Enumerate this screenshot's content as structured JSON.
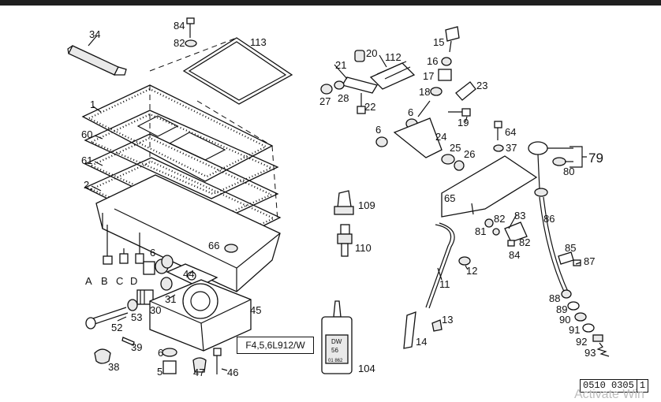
{
  "diagram": {
    "callouts": [
      {
        "id": "c34",
        "text": "34"
      },
      {
        "id": "c84a",
        "text": "84"
      },
      {
        "id": "c82a",
        "text": "82"
      },
      {
        "id": "c113",
        "text": "113"
      },
      {
        "id": "c1",
        "text": "1"
      },
      {
        "id": "c60",
        "text": "60"
      },
      {
        "id": "c61",
        "text": "61"
      },
      {
        "id": "c2",
        "text": "2"
      },
      {
        "id": "c66",
        "text": "66"
      },
      {
        "id": "c6a",
        "text": "6"
      },
      {
        "id": "c44",
        "text": "44"
      },
      {
        "id": "cA",
        "text": "A"
      },
      {
        "id": "cB",
        "text": "B"
      },
      {
        "id": "cC",
        "text": "C"
      },
      {
        "id": "cD",
        "text": "D"
      },
      {
        "id": "c31",
        "text": "31"
      },
      {
        "id": "c30",
        "text": "30"
      },
      {
        "id": "c45",
        "text": "45"
      },
      {
        "id": "c52",
        "text": "52"
      },
      {
        "id": "c53",
        "text": "53"
      },
      {
        "id": "c39",
        "text": "39"
      },
      {
        "id": "c38",
        "text": "38"
      },
      {
        "id": "c6b",
        "text": "6"
      },
      {
        "id": "c5",
        "text": "5"
      },
      {
        "id": "c47",
        "text": "47"
      },
      {
        "id": "c46",
        "text": "46"
      },
      {
        "id": "c109",
        "text": "109"
      },
      {
        "id": "c110",
        "text": "110"
      },
      {
        "id": "c104",
        "text": "104"
      },
      {
        "id": "c21",
        "text": "21"
      },
      {
        "id": "c20",
        "text": "20"
      },
      {
        "id": "c112",
        "text": "112"
      },
      {
        "id": "c27",
        "text": "27"
      },
      {
        "id": "c28",
        "text": "28"
      },
      {
        "id": "c22",
        "text": "22"
      },
      {
        "id": "c15",
        "text": "15"
      },
      {
        "id": "c16",
        "text": "16"
      },
      {
        "id": "c17",
        "text": "17"
      },
      {
        "id": "c23",
        "text": "23"
      },
      {
        "id": "c18",
        "text": "18"
      },
      {
        "id": "c6c",
        "text": "6"
      },
      {
        "id": "c19",
        "text": "19"
      },
      {
        "id": "c6d",
        "text": "6"
      },
      {
        "id": "c24",
        "text": "24"
      },
      {
        "id": "c25",
        "text": "25"
      },
      {
        "id": "c26",
        "text": "26"
      },
      {
        "id": "c64",
        "text": "64"
      },
      {
        "id": "c37",
        "text": "37"
      },
      {
        "id": "c79",
        "text": "79"
      },
      {
        "id": "c80",
        "text": "80"
      },
      {
        "id": "c65",
        "text": "65"
      },
      {
        "id": "c83",
        "text": "83"
      },
      {
        "id": "c81",
        "text": "81"
      },
      {
        "id": "c82b",
        "text": "82"
      },
      {
        "id": "c82c",
        "text": "82"
      },
      {
        "id": "c84b",
        "text": "84"
      },
      {
        "id": "c86",
        "text": "86"
      },
      {
        "id": "c85",
        "text": "85"
      },
      {
        "id": "c87",
        "text": "87"
      },
      {
        "id": "c12",
        "text": "12"
      },
      {
        "id": "c11",
        "text": "11"
      },
      {
        "id": "c13",
        "text": "13"
      },
      {
        "id": "c14",
        "text": "14"
      },
      {
        "id": "c88",
        "text": "88"
      },
      {
        "id": "c89",
        "text": "89"
      },
      {
        "id": "c90",
        "text": "90"
      },
      {
        "id": "c91",
        "text": "91"
      },
      {
        "id": "c92",
        "text": "92"
      },
      {
        "id": "c93",
        "text": "93"
      }
    ],
    "variant_label": "F4,5,6L912/W",
    "sealant_label": {
      "brand": "DW",
      "code": "56",
      "number": "01 862"
    },
    "reference_number": {
      "main": "0510 0305",
      "sheet": "1"
    },
    "watermark": "Activate Win"
  }
}
